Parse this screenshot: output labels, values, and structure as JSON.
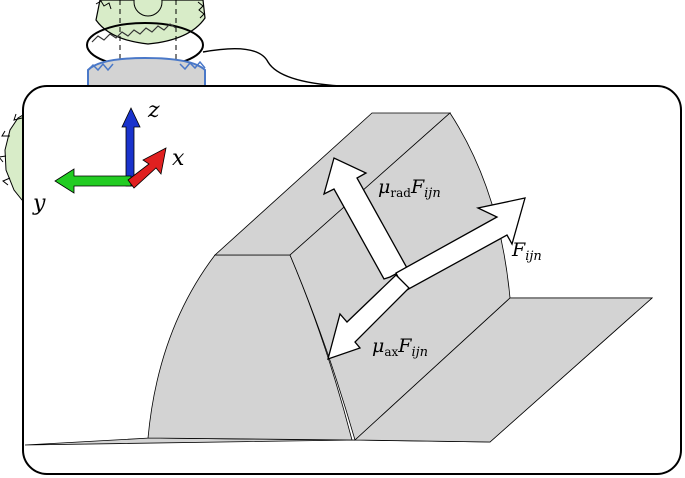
{
  "axes": {
    "z_label": "z",
    "x_label": "x",
    "y_label": "y",
    "z_color": "#1a33cc",
    "x_color": "#e02020",
    "y_color": "#22cc22"
  },
  "forces": {
    "radial": {
      "mu": "μ",
      "sub": "rad",
      "F": "F",
      "idx": "ijn"
    },
    "normal": {
      "F": "F",
      "idx": "ijn"
    },
    "axial": {
      "mu": "μ",
      "sub": "ax",
      "F": "F",
      "idx": "ijn"
    }
  },
  "colors": {
    "tooth_fill": "#d3d3d3",
    "gear_fill": "#d8ecc8",
    "gear_blue": "#4a78c8",
    "outline": "#000000"
  }
}
